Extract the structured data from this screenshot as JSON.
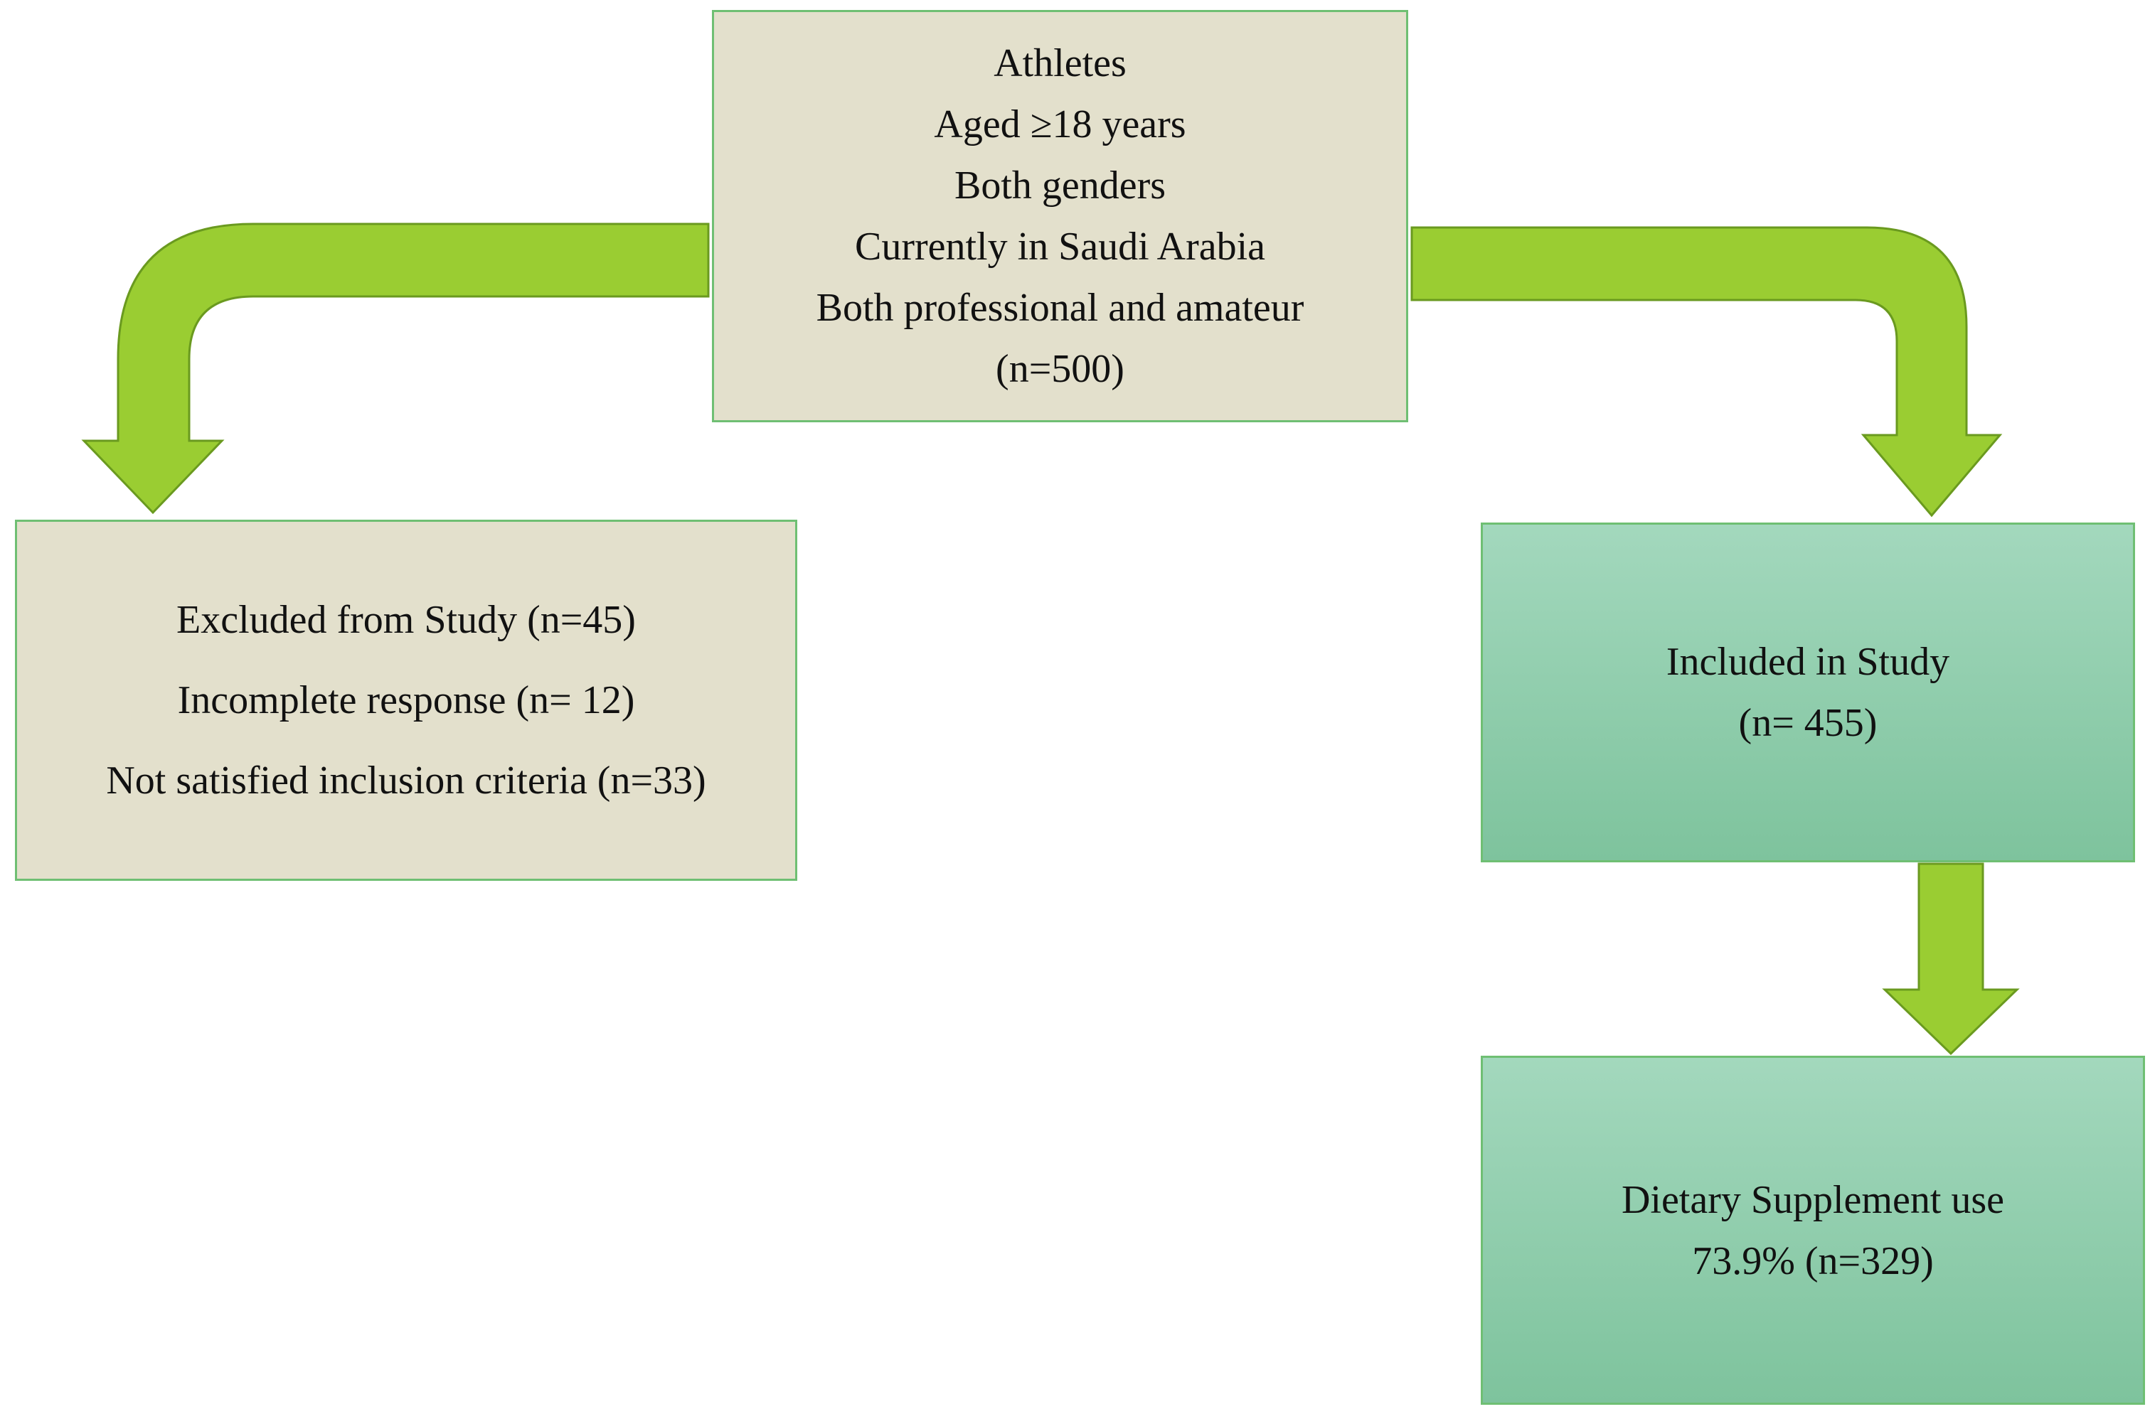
{
  "colors": {
    "arrow_fill": "#9acd32",
    "arrow_stroke": "#6a9a1f",
    "box_border": "#6fbf73",
    "tan_box": "#e3e0cc",
    "green_box_top": "#a3d8bd",
    "green_box_bottom": "#7ec39d"
  },
  "top_box": {
    "lines": [
      "Athletes",
      "Aged ≥18 years",
      "Both genders",
      "Currently in Saudi Arabia",
      "Both professional and amateur",
      "(n=500)"
    ]
  },
  "excluded_box": {
    "lines": [
      "Excluded from Study (n=45)",
      "Incomplete response (n= 12)",
      "Not satisfied inclusion criteria (n=33)"
    ]
  },
  "included_box": {
    "lines": [
      "Included in Study",
      "(n= 455)"
    ]
  },
  "supplement_box": {
    "lines": [
      "Dietary Supplement use",
      "73.9% (n=329)"
    ]
  },
  "arrows": [
    {
      "from": "top_box",
      "to": "excluded_box"
    },
    {
      "from": "top_box",
      "to": "included_box"
    },
    {
      "from": "included_box",
      "to": "supplement_box"
    }
  ]
}
